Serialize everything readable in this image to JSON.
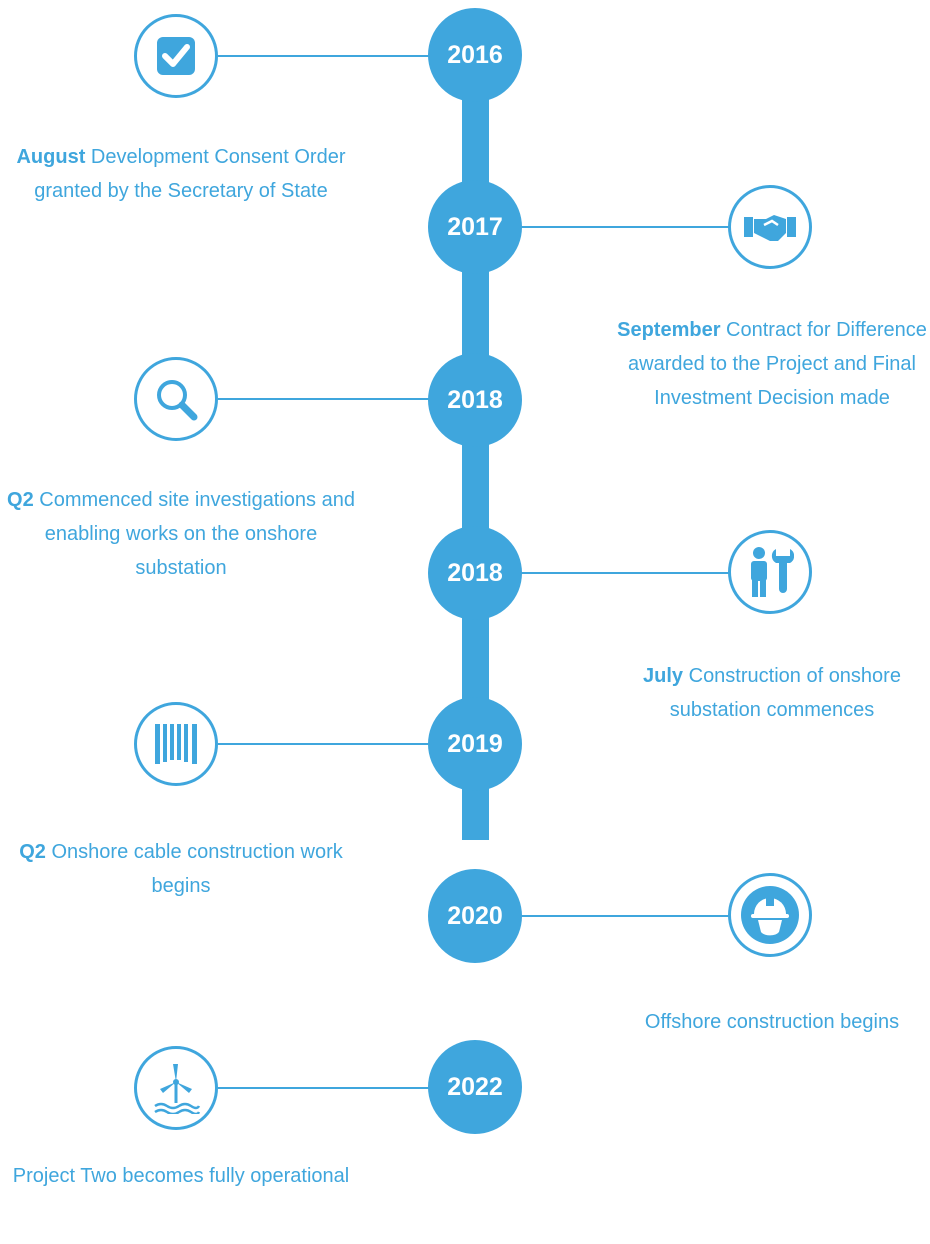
{
  "colors": {
    "accent": "#3fa6dd",
    "background": "#ffffff"
  },
  "milestones": [
    {
      "year": "2016",
      "icon": "checkbox-icon",
      "side": "left",
      "caption_bold": "August",
      "caption": " Development Consent Order granted by the Secretary of State"
    },
    {
      "year": "2017",
      "icon": "handshake-icon",
      "side": "right",
      "caption_bold": "September",
      "caption": " Contract for Difference awarded to the Project and Final Investment Decision made"
    },
    {
      "year": "2018",
      "icon": "magnifier-icon",
      "side": "left",
      "caption_bold": "Q2",
      "caption": " Commenced site investigations and enabling works on the onshore substation"
    },
    {
      "year": "2018",
      "icon": "worker-wrench-icon",
      "side": "right",
      "caption_bold": "July",
      "caption": " Construction of onshore substation commences"
    },
    {
      "year": "2019",
      "icon": "cable-drum-icon",
      "side": "left",
      "caption_bold": "Q2",
      "caption": " Onshore cable construction work begins"
    },
    {
      "year": "2020",
      "icon": "hard-hat-icon",
      "side": "right",
      "caption_bold": "",
      "caption": "Offshore construction begins"
    },
    {
      "year": "2022",
      "icon": "wind-turbine-icon",
      "side": "left",
      "caption_bold": "",
      "caption": "Project Two becomes fully operational"
    }
  ]
}
